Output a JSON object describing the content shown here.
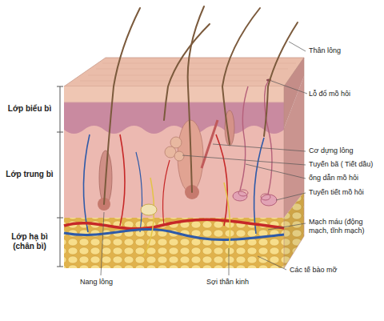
{
  "diagram": {
    "labels": [
      "Lớp biểu bì",
      "Lớp trung bì",
      "Lớp hạ bì (chân bì)",
      "Thân lông",
      "Lỗ đổ mồ hôi",
      "Cơ dựng lông",
      "Tuyến bã ( Tiết dầu)",
      "ống dẫn mồ hôi",
      "Tuyến tiết mồ hôi",
      "Mạch máu (động mạch, tĩnh mạch)",
      "Các tế bào mỡ",
      "Nang lông",
      "Sợi thần kinh"
    ]
  }
}
